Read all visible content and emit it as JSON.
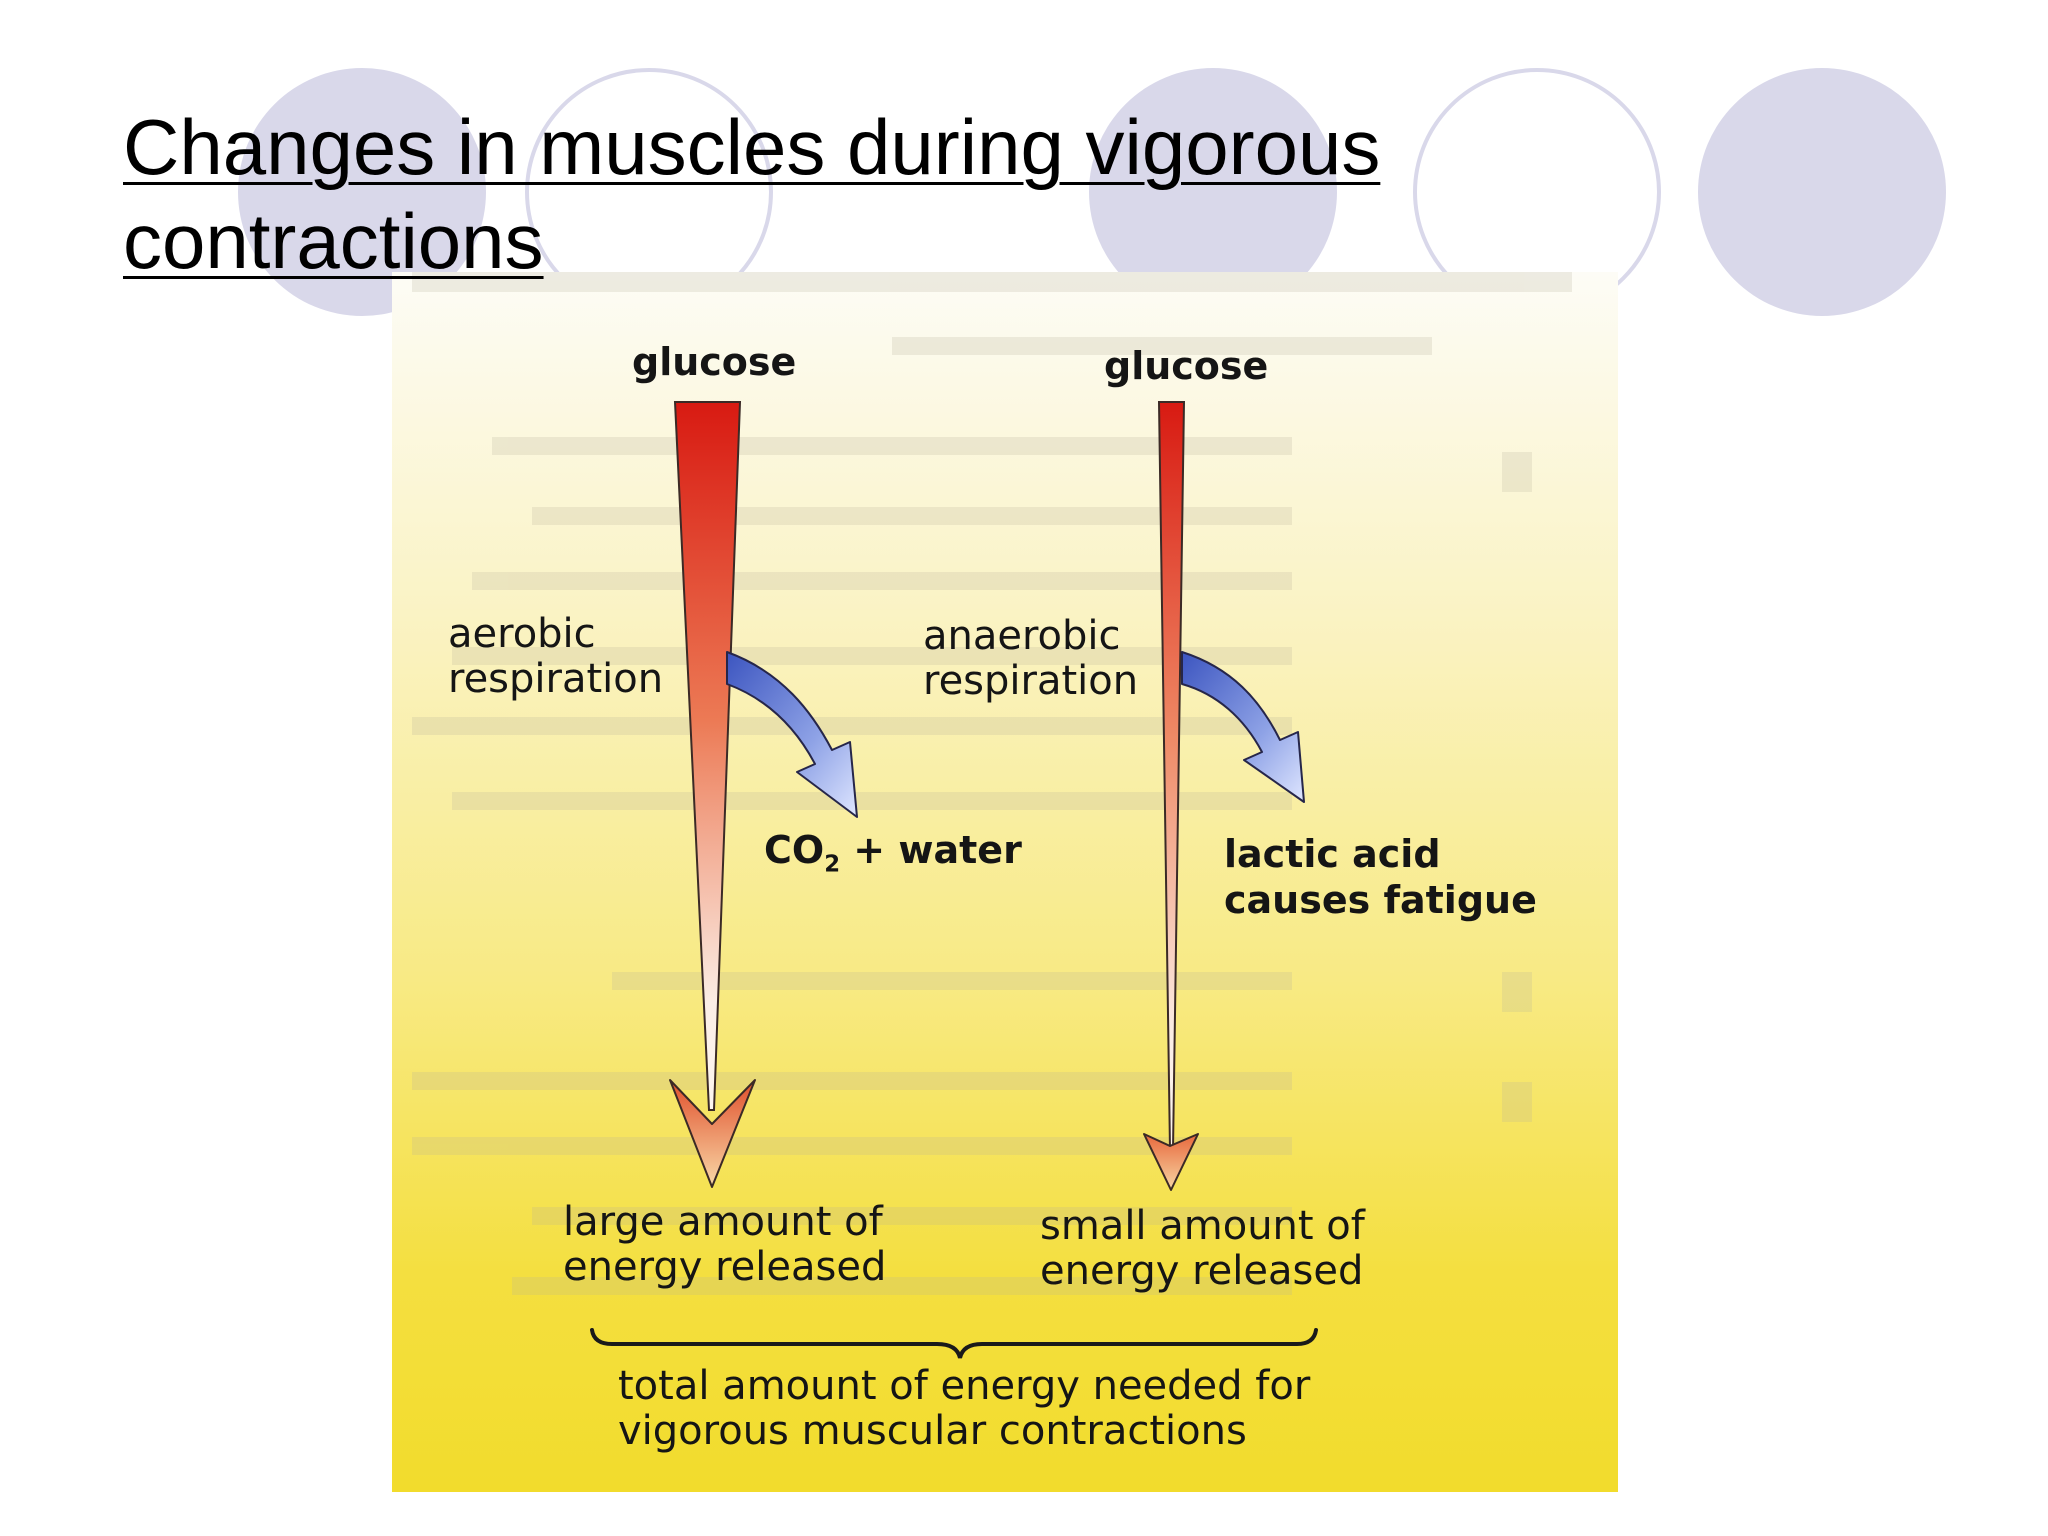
{
  "slide": {
    "title": "Changes in muscles during vigorous contractions"
  },
  "figure": {
    "left_path": {
      "source": "glucose",
      "process_line1": "aerobic",
      "process_line2": "respiration",
      "product_formula": "CO",
      "product_subscript": "2",
      "product_rest": " + water",
      "result_line1": "large amount of",
      "result_line2": "energy released"
    },
    "right_path": {
      "source": "glucose",
      "process_line1": "anaerobic",
      "process_line2": "respiration",
      "product_line1": "lactic acid",
      "product_line2": "causes fatigue",
      "result_line1": "small amount of",
      "result_line2": "energy released"
    },
    "total_line1": "total amount of energy needed for",
    "total_line2": "vigorous muscular contractions"
  },
  "colors": {
    "arrow_top": "#d81a12",
    "arrow_bottom": "#fbeee6",
    "branch_arrow": "#4d64c8",
    "deco_circles": "#d9d8ea",
    "figure_bottom": "#f2dc2c"
  }
}
